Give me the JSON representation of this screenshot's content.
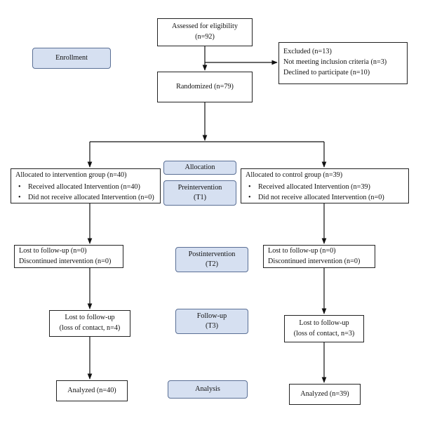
{
  "phases": {
    "enrollment": "Enrollment",
    "allocation": "Allocation",
    "preintervention": [
      "Preintervention",
      "(T1)"
    ],
    "postintervention": [
      "Postintervention",
      "(T2)"
    ],
    "followup": [
      "Follow-up",
      "(T3)"
    ],
    "analysis": "Analysis"
  },
  "assessed": [
    "Assessed for eligibility",
    "(n=92)"
  ],
  "excluded": {
    "title": "Excluded (n=13)",
    "items": [
      "Not meeting inclusion criteria (n=3)",
      "Declined to participate (n=10)"
    ]
  },
  "randomized": "Randomized (n=79)",
  "intervention": {
    "allocated": {
      "title": "Allocated to intervention group (n=40)",
      "items": [
        "Received allocated Intervention (n=40)",
        "Did not receive allocated Intervention (n=0)"
      ]
    },
    "lost1": [
      "Lost to follow-up (n=0)",
      "Discontinued intervention (n=0)"
    ],
    "lost2": [
      "Lost to follow-up",
      "(loss of contact, n=4)"
    ],
    "analyzed": "Analyzed (n=40)"
  },
  "control": {
    "allocated": {
      "title": "Allocated to control group (n=39)",
      "items": [
        "Received allocated Intervention (n=39)",
        "Did not receive allocated Intervention (n=0)"
      ]
    },
    "lost1": [
      "Lost to follow-up (n=0)",
      "Discontinued intervention (n=0)"
    ],
    "lost2": [
      "Lost to follow-up",
      "(loss of contact, n=3)"
    ],
    "analyzed": "Analyzed (n=39)"
  },
  "bullet": "•"
}
